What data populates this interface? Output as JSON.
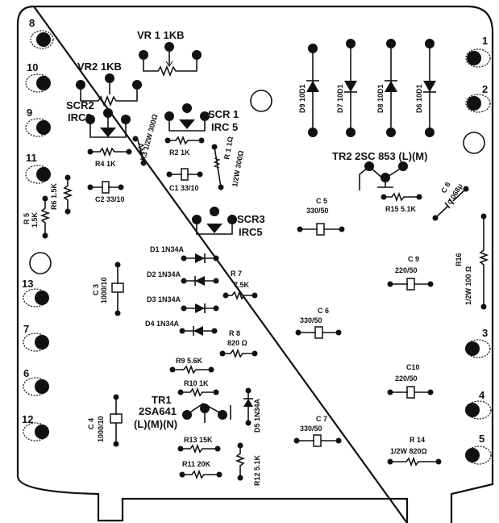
{
  "terminals": {
    "t8": "8",
    "t10": "10",
    "t9": "9",
    "t11": "11",
    "t13": "13",
    "t7": "7",
    "t6": "6",
    "t12": "12",
    "t1": "1",
    "t2": "2",
    "t3": "3",
    "t4": "4",
    "t5": "5"
  },
  "labels": {
    "vr1": "VR 1   1KB",
    "vr2": "VR2  1KB",
    "scr2": "SCR2",
    "scr2_type": "IRC2",
    "scr1": "SCR 1",
    "scr1_type": "IRC 5",
    "r3": "R3 1/2W 300Ω",
    "r4": "R4 1K",
    "r2": "R2 1K",
    "r1": "R 1 1Ω",
    "r1_spec": "1/2W 300Ω",
    "c2": "C2 33/10",
    "c1": "C1 33/10",
    "r5": "R 5",
    "r5_val": "1.5K",
    "r6": "R6 1.5K",
    "d9": "D9 10D1",
    "d7": "D7 10D1",
    "d8": "D8 10D1",
    "d6": "D6 10D1",
    "tr2": "TR2  2SC 853 (L)(M)",
    "r15": "R15 5.1K",
    "c8": "C 8",
    "c8_val": "0.068μ",
    "scr3": "SCR3",
    "scr3_type": "IRC5",
    "d1": "D1  1N34A",
    "d2": "D2 1N34A",
    "d3": "D3  1N34A",
    "d4": "D4 1N34A",
    "r7": "R  7",
    "r7_val": "7.5K",
    "r8": "R 8",
    "r8_val": "820 Ω",
    "c3": "C 3",
    "c3_val": "1000/10",
    "c5": "C 5",
    "c5_val": "330/50",
    "c6": "C 6",
    "c6_val": "330/50",
    "c9": "C 9",
    "c9_val": "220/50",
    "r16": "R16",
    "r16_val": "1/2W  100 Ω",
    "r9": "R9  5.6K",
    "r10": "R10  1K",
    "tr1": "TR1",
    "tr1_type": "2SA641",
    "tr1_rank": "(L)(M)(N)",
    "d5": "D5 1N34A",
    "r13": "R13 15K",
    "r11": "R11  20K",
    "r12": "R12  5.1K",
    "c4": "C 4",
    "c4_val": "1000/10",
    "c7": "C 7",
    "c7_val": "330/50",
    "c10": "C10",
    "c10_val": "220/50",
    "r14": "R 14",
    "r14_val": "1/2W  820Ω"
  }
}
